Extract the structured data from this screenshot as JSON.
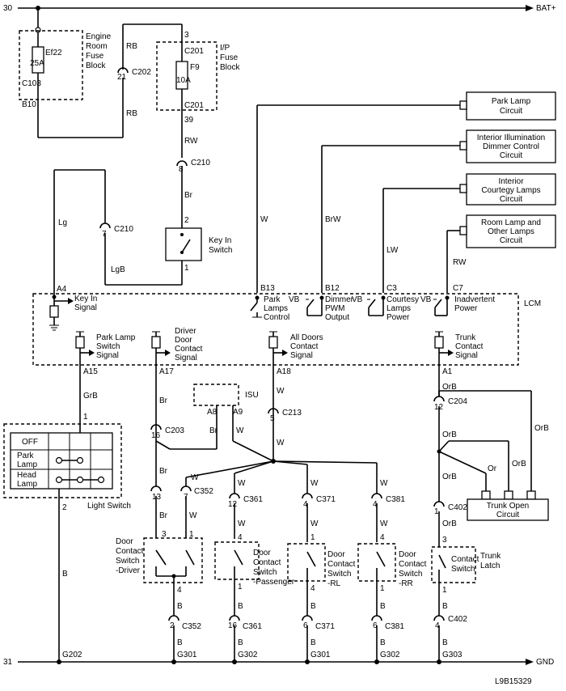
{
  "rails": {
    "top_num": "30",
    "top_name": "BAT+",
    "bottom_num": "31",
    "bottom_name": "GND",
    "figure_id": "L9B15329"
  },
  "engine_fuse_block": {
    "label": [
      "Engine",
      "Room",
      "Fuse",
      "Block"
    ],
    "fuse": "Ef22",
    "rating": "25A",
    "conn_top": "C103",
    "pin": "B10",
    "wire": "RB"
  },
  "ip_fuse_block": {
    "label": [
      "I/P",
      "Fuse",
      "Block"
    ],
    "fuse": "F9",
    "rating": "10A",
    "pin_top": "3",
    "conn_top": "C201",
    "conn_bot": "C201",
    "pin_bot": "39",
    "wire_in": "RB",
    "conn_in_pin": "21",
    "conn_in": "C202",
    "wire_out": "RW"
  },
  "key_in_switch": {
    "label": [
      "Key In",
      "Switch"
    ],
    "pin_c210_top": "8",
    "conn": "C210",
    "wire_br": "Br",
    "pin2": "2",
    "pin1": "1",
    "wire_lgb": "LgB",
    "pin_c210_left": "7",
    "wire_lg": "Lg"
  },
  "outputs": [
    {
      "label": [
        "Park Lamp",
        "Circuit"
      ],
      "wire": "W",
      "pin": "B13",
      "lcm_label": [
        "Park",
        "Lamps",
        "Control"
      ]
    },
    {
      "label": [
        "Interior Illumination",
        "Dimmer Control",
        "Circuit"
      ],
      "wire": "BrW",
      "pin": "B12",
      "lcm_label": [
        "Dimmer",
        "PWM",
        "Output"
      ],
      "vb": "VB"
    },
    {
      "label": [
        "Interior",
        "Courtegy Lamps",
        "Circuit"
      ],
      "wire": "LW",
      "pin": "C3",
      "lcm_label": [
        "Courtesy",
        "Lamps",
        "Power"
      ],
      "vb": "VB"
    },
    {
      "label": [
        "Room Lamp and",
        "Other Lamps",
        "Circuit"
      ],
      "wire": "RW",
      "pin": "C7",
      "lcm_label": [
        "Inadvertent",
        "Power"
      ],
      "vb": "VB"
    }
  ],
  "lcm": {
    "name": "LCM",
    "key_in": {
      "pin": "A4",
      "label": [
        "Key In",
        "Signal"
      ]
    },
    "inputs": [
      {
        "label": [
          "Park Lamp",
          "Switch",
          "Signal"
        ],
        "pin": "A15",
        "wire": "GrB"
      },
      {
        "label": [
          "Driver",
          "Door",
          "Contact",
          "Signal"
        ],
        "pin": "A17",
        "wire": "Br"
      },
      {
        "label": [
          "All Doors",
          "Contact",
          "Signal"
        ],
        "pin": "A18",
        "wire": "W"
      },
      {
        "label": [
          "Trunk",
          "Contact",
          "Signal"
        ],
        "pin": "A1",
        "wire": "OrB"
      }
    ]
  },
  "isu": {
    "name": "ISU",
    "pin_a8": "A8",
    "pin_a9": "A9",
    "wire_br": "Br",
    "wire_w": "W"
  },
  "light_switch": {
    "name": "Light Switch",
    "rows": [
      "OFF",
      "Park\nLamp",
      "Head\nLamp"
    ],
    "pin": "1",
    "pin_bot": "2",
    "wire_bot": "B",
    "ground": "G202"
  },
  "connectors": {
    "c213": {
      "pin": "5",
      "name": "C213",
      "wire": "W"
    },
    "c203": {
      "pin": "16",
      "name": "C203",
      "wire": "Br"
    },
    "c352_top": {
      "pins": [
        "13",
        "7"
      ],
      "name": "C352"
    },
    "c361": {
      "pin": "12",
      "name": "C361"
    },
    "c371": {
      "pin": "4",
      "name": "C371"
    },
    "c381": {
      "pin": "4",
      "name": "C381"
    },
    "c204": {
      "pin": "12",
      "name": "C204",
      "wire": "OrB"
    },
    "c402_top": {
      "pin": "1",
      "name": "C402"
    },
    "c402_bot": {
      "pin": "4",
      "name": "C402"
    }
  },
  "door_switches": [
    {
      "label": [
        "Door",
        "Contact",
        "Switch",
        "-Driver"
      ],
      "pins": [
        "3",
        "1"
      ],
      "pin_out": "4",
      "wire": "B",
      "conn_pin": "2",
      "conn": "C352",
      "ground": "G301"
    },
    {
      "label": [
        "Door",
        "Contact",
        "Switch",
        "-Passenger"
      ],
      "pin_in": "4",
      "pin_out": "1",
      "wire": "B",
      "conn_pin": "16",
      "conn": "C361",
      "ground": "G302"
    },
    {
      "label": [
        "Door",
        "Contact",
        "Switch",
        "-RL"
      ],
      "pin_in": "1",
      "pin_out": "4",
      "wire": "B",
      "conn_pin": "6",
      "conn": "C371",
      "ground": "G301"
    },
    {
      "label": [
        "Door",
        "Contact",
        "Switch",
        "-RR"
      ],
      "pin_in": "4",
      "pin_out": "1",
      "wire": "B",
      "conn_pin": "6",
      "conn": "C381",
      "ground": "G302"
    }
  ],
  "trunk": {
    "open_circuit": [
      "Trunk Open",
      "Circuit"
    ],
    "wire_or": "Or",
    "latch_label": [
      "Trunk",
      "Latch"
    ],
    "switch_label": [
      "Contact",
      "Switch"
    ],
    "pin_in": "3",
    "pin_out": "1",
    "wire": "B",
    "ground": "G303"
  }
}
